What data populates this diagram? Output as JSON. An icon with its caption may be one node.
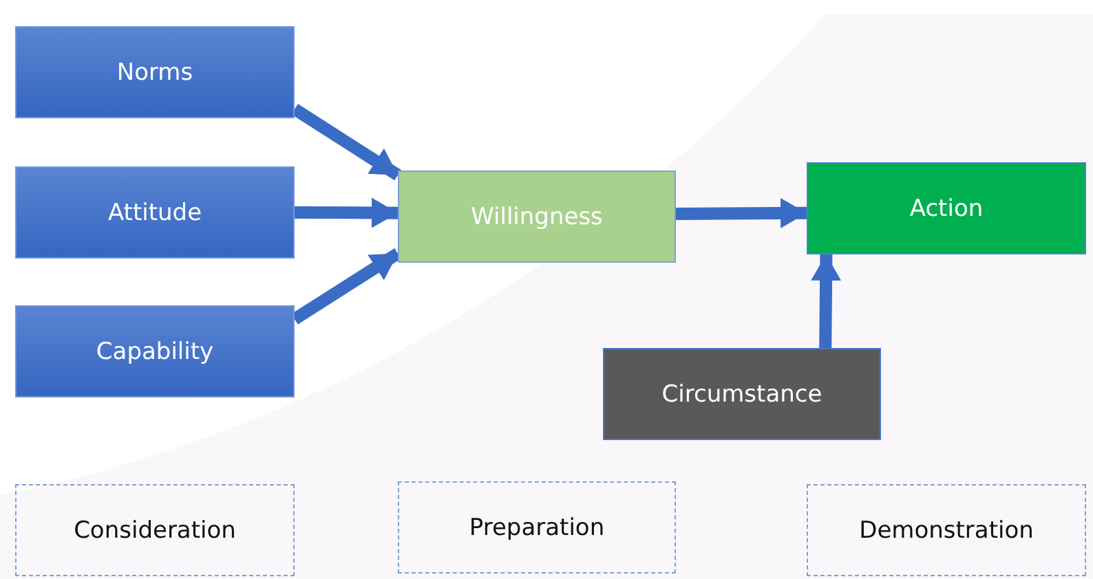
{
  "diagram": {
    "nodes": [
      {
        "text": [
          "Norms"
        ]
      },
      {
        "text": [
          "Attitude"
        ]
      },
      {
        "text": [
          "Capability"
        ]
      },
      {
        "text": [
          "Willingness"
        ]
      },
      {
        "text": [
          "Action"
        ]
      },
      {
        "text": [
          "Circumstance"
        ]
      },
      {
        "text": [
          "Consideration"
        ]
      },
      {
        "text": [
          "Preparation"
        ]
      },
      {
        "text": [
          "Demonstration"
        ]
      }
    ],
    "edges": [
      {
        "from": 0,
        "to": 3,
        "arrow": "to"
      },
      {
        "from": 1,
        "to": 3,
        "arrow": "to"
      },
      {
        "from": 2,
        "to": 3,
        "arrow": "to"
      },
      {
        "from": 3,
        "to": 4,
        "arrow": "to"
      },
      {
        "from": 5,
        "to": 4,
        "arrow": "to"
      }
    ]
  }
}
